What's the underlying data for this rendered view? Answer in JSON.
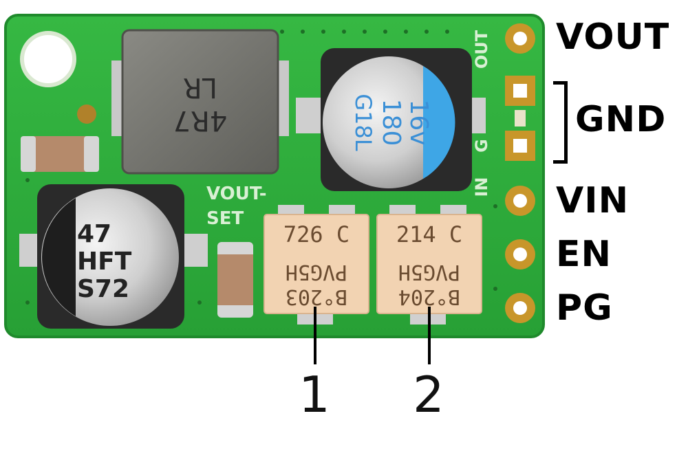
{
  "pins": {
    "vout": "VOUT",
    "gnd": "GND",
    "vin": "VIN",
    "en": "EN",
    "pg": "PG"
  },
  "silkscreen": {
    "out": "OUT",
    "g": "G",
    "in": "IN",
    "vout_set_line1": "VOUT-",
    "vout_set_line2": "SET"
  },
  "inductor": {
    "line1": "4R7",
    "line2": "LR"
  },
  "cap_output": {
    "line1": "16v",
    "line2": "180",
    "line3": "G18L"
  },
  "cap_input": {
    "line1": "47",
    "line2": "HFT",
    "line3": "S72"
  },
  "pot1": {
    "line1": "726 C",
    "line2": "PVG5H",
    "line3": "B°203"
  },
  "pot2": {
    "line1": "214 C",
    "line2": "PVG5H",
    "line3": "B°204"
  },
  "callouts": {
    "one": "1",
    "two": "2"
  },
  "colors": {
    "board": "#2fae3c",
    "board_edge": "#1f8a2c",
    "pad_gold": "#c8962a",
    "pot_body": "#f2d3b2",
    "cap_stripe": "#3ea6e6"
  }
}
